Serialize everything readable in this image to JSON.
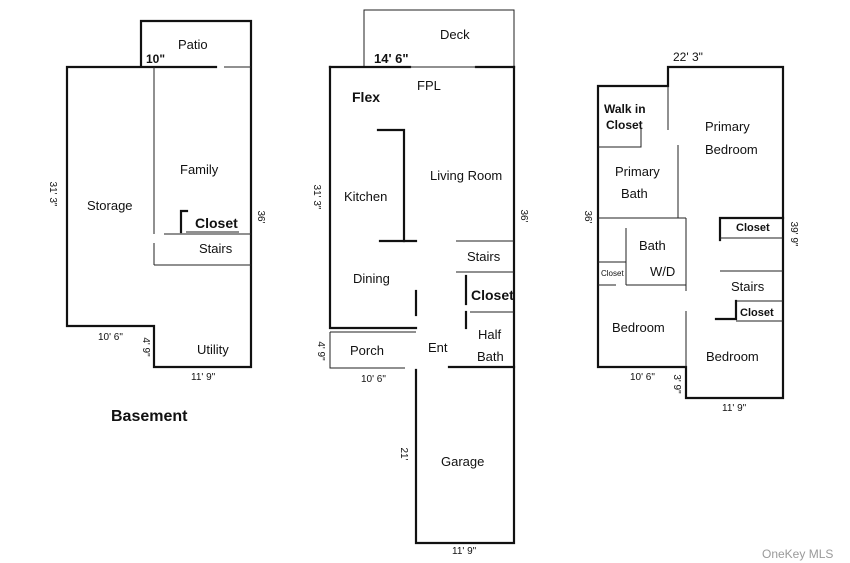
{
  "basement": {
    "title": "Basement",
    "rooms": {
      "patio": "Patio",
      "family": "Family",
      "storage": "Storage",
      "closet": "Closet",
      "stairs": "Stairs",
      "utility": "Utility"
    },
    "dims": {
      "patio_width": "10\"",
      "left_length": "31' 3\"",
      "right_length": "36'",
      "bottom_left": "10' 6\"",
      "bottom_right": "11' 9\"",
      "notch": "4' 9\""
    }
  },
  "main_floor": {
    "rooms": {
      "deck": "Deck",
      "flex": "Flex",
      "fpl": "FPL",
      "kitchen": "Kitchen",
      "living_room": "Living Room",
      "dining": "Dining",
      "stairs": "Stairs",
      "closet": "Closet",
      "half_bath_1": "Half",
      "half_bath_2": "Bath",
      "entry": "Ent",
      "porch": "Porch",
      "garage": "Garage"
    },
    "dims": {
      "top_width": "14' 6\"",
      "left_length": "31' 3\"",
      "right_length": "36'",
      "porch_height": "4' 9\"",
      "porch_width": "10' 6\"",
      "garage_length": "21'",
      "garage_width": "11' 9\""
    }
  },
  "upper_floor": {
    "rooms": {
      "walk_in_1": "Walk in",
      "walk_in_2": "Closet",
      "primary_bedroom_1": "Primary",
      "primary_bedroom_2": "Bedroom",
      "primary_bath_1": "Primary",
      "primary_bath_2": "Bath",
      "bath": "Bath",
      "wd": "W/D",
      "small_closet": "Closet",
      "closet_right": "Closet",
      "stairs": "Stairs",
      "closet_lower": "Closet",
      "bedroom_left": "Bedroom",
      "bedroom_right": "Bedroom"
    },
    "dims": {
      "top_width": "22' 3\"",
      "left_length": "36'",
      "right_length": "39' 9\"",
      "bottom_left": "10' 6\"",
      "notch": "3' 9\"",
      "bottom_right": "11' 9\""
    }
  },
  "watermark": "OneKey MLS"
}
